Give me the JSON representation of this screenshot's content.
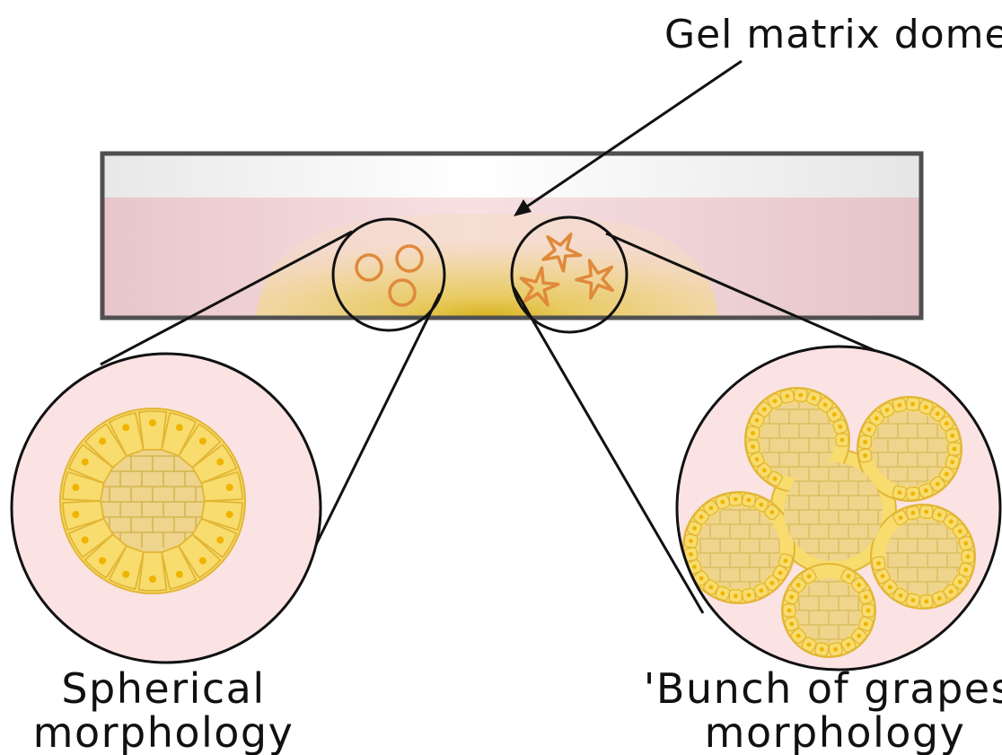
{
  "labels": {
    "dome": "Gel matrix dome",
    "left_line1": "Spherical",
    "left_line2": "morphology",
    "right_line1": "'Bunch of grapes'",
    "right_line2": "morphology"
  },
  "colors": {
    "dish_border": "#505050",
    "medium_pink": "#f3d2d5",
    "air_gray": "#eeeeee",
    "gel_yellow": "#e6c04a",
    "organoid_outline": "#e0893a",
    "cell_fill": "#f8dc6e",
    "cell_inner": "#eed48c",
    "cell_border": "#e2b634",
    "nucleus": "#f0b400",
    "inset_bg": "#fbe3e4",
    "line": "#111111"
  }
}
